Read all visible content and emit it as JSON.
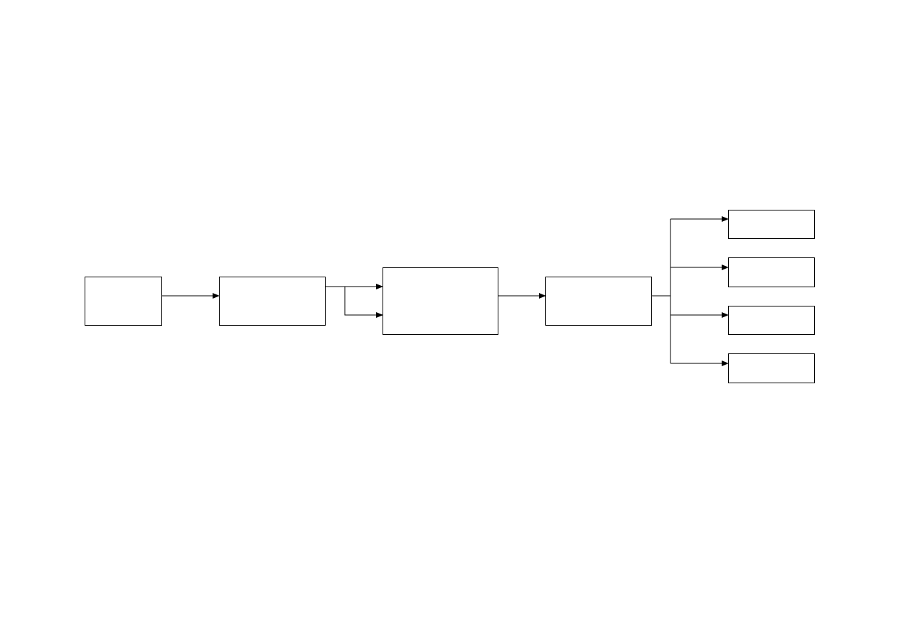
{
  "diagram": {
    "line_color": "#000000",
    "box_fill": "#ffffff",
    "nodes": [
      {
        "id": "input",
        "label": ""
      },
      {
        "id": "stage-1",
        "label": ""
      },
      {
        "id": "stage-2",
        "label": ""
      },
      {
        "id": "stage-3",
        "label": ""
      },
      {
        "id": "output-1",
        "label": ""
      },
      {
        "id": "output-2",
        "label": ""
      },
      {
        "id": "output-3",
        "label": ""
      },
      {
        "id": "output-4",
        "label": ""
      }
    ],
    "edges": [
      {
        "from": "input",
        "to": "stage-1"
      },
      {
        "from": "stage-1",
        "to": "stage-2"
      },
      {
        "from": "stage-1",
        "to": "stage-2"
      },
      {
        "from": "stage-2",
        "to": "stage-3"
      },
      {
        "from": "stage-3",
        "to": "output-1"
      },
      {
        "from": "stage-3",
        "to": "output-2"
      },
      {
        "from": "stage-3",
        "to": "output-3"
      },
      {
        "from": "stage-3",
        "to": "output-4"
      }
    ]
  }
}
